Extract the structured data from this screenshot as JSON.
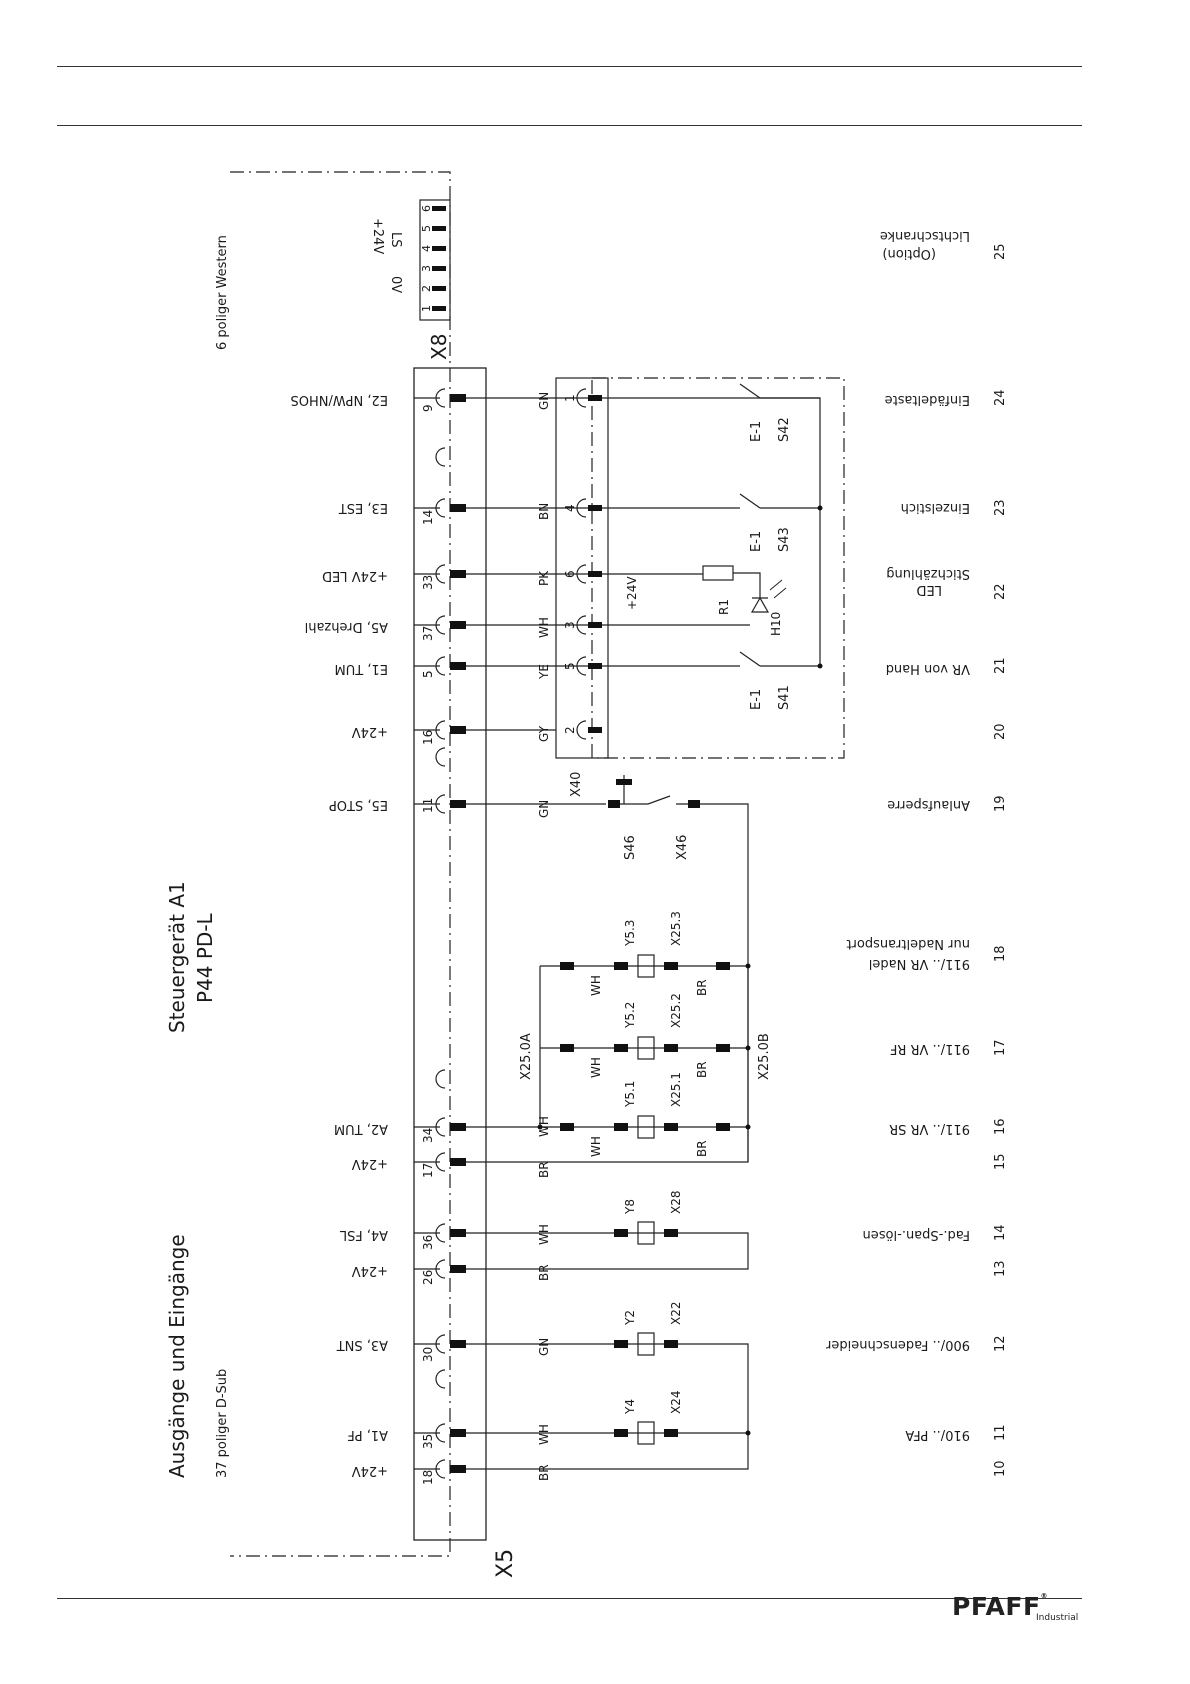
{
  "header": {},
  "title": {
    "controller": "Steuergerät A1",
    "controller_type": "P44 PD-L",
    "io": "Ausgänge und Eingänge",
    "dsub": "37 poliger D-Sub",
    "western": "6 poliger Western"
  },
  "connectors": {
    "x5": "X5",
    "x8": "X8",
    "x40": "X40",
    "x25a": "X25.0A",
    "x25b": "X25.0B"
  },
  "x8_labels": {
    "ov": "0V",
    "ls": "LS",
    "p24": "+24V",
    "pins": [
      "1",
      "2",
      "3",
      "4",
      "5",
      "6"
    ]
  },
  "signals": {
    "e2": "E2, NPW/NHOS",
    "e3": "E3, EST",
    "led": "+24V LED",
    "a5": "A5, Drehzahl",
    "e1": "E1, TUM",
    "p24": "+24V",
    "e5": "E5, STOP",
    "a2": "A2, TUM",
    "a4": "A4, FSL",
    "a3": "A3, SNT",
    "a1": "A1, PF"
  },
  "pins": {
    "e2": "9",
    "e3": "14",
    "led": "33",
    "a5": "37",
    "e1": "5",
    "p16": "16",
    "e5": "11",
    "a2": "34",
    "p17": "17",
    "a4": "36",
    "p26": "26",
    "a3": "30",
    "a1": "35",
    "p18": "18"
  },
  "wires": {
    "gn": "GN",
    "bn": "BN",
    "pk": "PK",
    "wh": "WH",
    "ye": "YE",
    "gy": "GY",
    "br": "BR"
  },
  "x40_pins": {
    "p1": "1",
    "p4": "4",
    "p6": "6",
    "p3": "3",
    "p5": "5",
    "p2": "2"
  },
  "components": {
    "v24": "+24V",
    "r1": "R1",
    "h10": "H10",
    "s41": "S41",
    "s42": "S42",
    "s43": "S43",
    "e1": "E-1",
    "s46": "S46",
    "x46": "X46",
    "y51": "Y5.1",
    "y52": "Y5.2",
    "y53": "Y5.3",
    "x251": "X25.1",
    "x252": "X25.2",
    "x253": "X25.3",
    "y8": "Y8",
    "x28": "X28",
    "y2": "Y2",
    "x22": "X22",
    "y4": "Y4",
    "x24": "X24"
  },
  "functions": {
    "f25a": "Lichtschranke",
    "f25b": "(Option)",
    "f24": "Einfädeltaste",
    "f23": "Einzelstich",
    "f22a": "LED",
    "f22b": "Stichzählung",
    "f21": "VR von Hand",
    "f19": "Anlaufsperre",
    "f18a": "911/.. VR Nadel",
    "f18b": "nur Nadeltransport",
    "f17": "911/.. VR RF",
    "f16": "911/.. VR SR",
    "f14": "Fad.-Span.-lösen",
    "f12": "900/.. Fadenschneider",
    "f11": "910/.. PFA"
  },
  "line_numbers": [
    "25",
    "24",
    "23",
    "22",
    "21",
    "20",
    "19",
    "18",
    "17",
    "16",
    "15",
    "14",
    "13",
    "12",
    "11",
    "10"
  ],
  "footer": {
    "brand": "PFAFF",
    "registered": "®",
    "sub": "Industrial"
  }
}
